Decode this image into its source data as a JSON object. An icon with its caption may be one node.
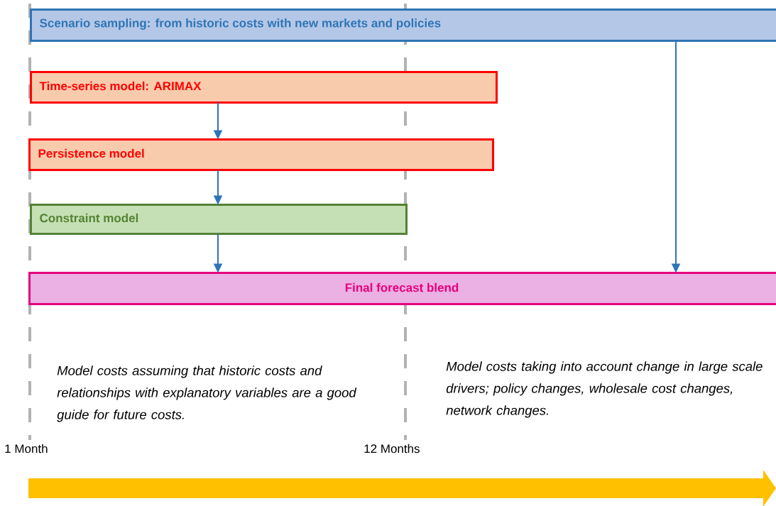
{
  "diagram": {
    "nodes": [
      {
        "text": [
          "Scenario sampling: from historic costs with new markets and policies"
        ]
      },
      {
        "text": [
          "Time-series model: ARIMAX"
        ]
      },
      {
        "text": [
          "Persistence model"
        ]
      },
      {
        "text": [
          "Constraint model"
        ]
      },
      {
        "text": [
          "Final forecast blend"
        ]
      }
    ],
    "edges": [
      {
        "from": 1,
        "to": 2,
        "arrow": "to"
      },
      {
        "from": 2,
        "to": 3,
        "arrow": "to"
      },
      {
        "from": 3,
        "to": 4,
        "arrow": "to"
      },
      {
        "from": 0,
        "to": 4,
        "arrow": "to"
      }
    ],
    "labels": [
      "Model costs assuming that historic costs and relationships with explanatory variables are a good guide for future costs.",
      "Model costs taking into account change in large scale drivers; policy changes, wholesale cost changes, network changes.",
      "1 Month",
      "12 Months"
    ]
  }
}
